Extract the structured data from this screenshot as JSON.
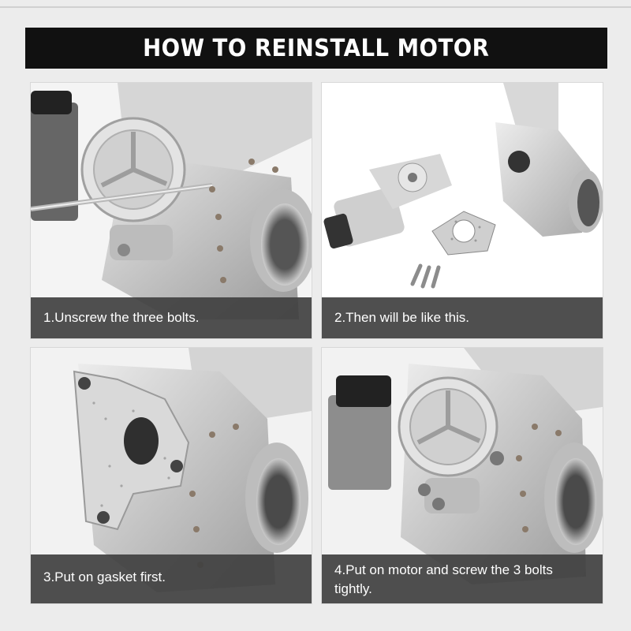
{
  "banner": {
    "title": "HOW TO REINSTALL MOTOR"
  },
  "steps": [
    {
      "caption": "1.Unscrew the three bolts."
    },
    {
      "caption": "2.Then will be like this."
    },
    {
      "caption": "3.Put on gasket first."
    },
    {
      "caption": "4.Put on motor and screw the 3 bolts tightly."
    }
  ],
  "colors": {
    "banner_bg": "#111111",
    "caption_bg": "#404040",
    "metal": "#c9c9c9"
  }
}
